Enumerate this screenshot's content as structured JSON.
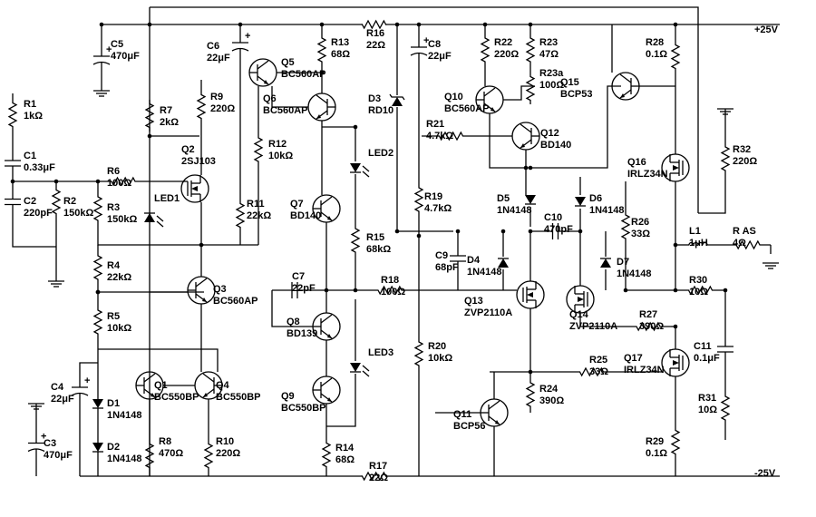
{
  "rails": {
    "pos": "+25V",
    "neg": "-25V"
  },
  "labels": {
    "R1": [
      "R1",
      "1kΩ"
    ],
    "C1": [
      "C1",
      "0.33μF"
    ],
    "C2": [
      "C2",
      "220pF"
    ],
    "R2": [
      "R2",
      "150kΩ"
    ],
    "C5": [
      "C5",
      "470μF"
    ],
    "R7": [
      "R7",
      "2kΩ"
    ],
    "R6": [
      "R6",
      "100Ω"
    ],
    "LED1": [
      "LED1"
    ],
    "R3": [
      "R3",
      "150kΩ"
    ],
    "Q2": [
      "Q2",
      "2SJ103"
    ],
    "R9": [
      "R9",
      "220Ω"
    ],
    "C6": [
      "C6",
      "22μF"
    ],
    "Q5": [
      "Q5",
      "BC560AP"
    ],
    "Q6": [
      "Q6",
      "BC560AP"
    ],
    "R12": [
      "R12",
      "10kΩ"
    ],
    "R11": [
      "R11",
      "22kΩ"
    ],
    "R13": [
      "R13",
      "68Ω"
    ],
    "R16": [
      "R16",
      "22Ω"
    ],
    "LED2": [
      "LED2"
    ],
    "Q7": [
      "Q7",
      "BD140"
    ],
    "R15": [
      "R15",
      "68kΩ"
    ],
    "R4": [
      "R4",
      "22kΩ"
    ],
    "Q3": [
      "Q3",
      "BC560AP"
    ],
    "C7": [
      "C7",
      "22pF"
    ],
    "R18": [
      "R18",
      "100Ω"
    ],
    "R5": [
      "R5",
      "10kΩ"
    ],
    "Q8": [
      "Q8",
      "BD139"
    ],
    "LED3": [
      "LED3"
    ],
    "C4": [
      "C4",
      "22μF"
    ],
    "D1": [
      "D1",
      "1N4148"
    ],
    "D2": [
      "D2",
      "1N4148"
    ],
    "Q1": [
      "Q1",
      "BC550BP"
    ],
    "Q4": [
      "Q4",
      "BC550BP"
    ],
    "Q9": [
      "Q9",
      "BC550BP"
    ],
    "C3": [
      "C3",
      "470μF"
    ],
    "R8": [
      "R8",
      "470Ω"
    ],
    "R10": [
      "R10",
      "220Ω"
    ],
    "R14": [
      "R14",
      "68Ω"
    ],
    "R17": [
      "R17",
      "22Ω"
    ],
    "D3": [
      "D3",
      "RD10"
    ],
    "C8": [
      "C8",
      "22μF"
    ],
    "R19": [
      "R19",
      "4.7kΩ"
    ],
    "R20": [
      "R20",
      "10kΩ"
    ],
    "R22": [
      "R22",
      "220Ω"
    ],
    "R23": [
      "R23",
      "47Ω"
    ],
    "R23a": [
      "R23a",
      "100Ω"
    ],
    "Q10": [
      "Q10",
      "BC560AP"
    ],
    "R21": [
      "R21",
      "4.7kΩ"
    ],
    "Q12": [
      "Q12",
      "BD140"
    ],
    "Q15": [
      "Q15",
      "BCP53"
    ],
    "R28": [
      "R28",
      "0.1Ω"
    ],
    "R32": [
      "R32",
      "220Ω"
    ],
    "Q16": [
      "Q16",
      "IRLZ34N"
    ],
    "D5": [
      "D5",
      "1N4148"
    ],
    "D6": [
      "D6",
      "1N4148"
    ],
    "C10": [
      "C10",
      "470pF"
    ],
    "R26": [
      "R26",
      "33Ω"
    ],
    "C9": [
      "C9",
      "68pF"
    ],
    "D4": [
      "D4",
      "1N4148"
    ],
    "D7": [
      "D7",
      "1N4148"
    ],
    "Q13": [
      "Q13",
      "ZVP2110A"
    ],
    "Q14": [
      "Q14",
      "ZVP2110A"
    ],
    "R27": [
      "R27",
      "390Ω"
    ],
    "L1": [
      "L1",
      "1μH"
    ],
    "RAS": [
      "R AS",
      "4Ω"
    ],
    "R30": [
      "R30",
      "10Ω"
    ],
    "C11": [
      "C11",
      "0.1μF"
    ],
    "R31": [
      "R31",
      "10Ω"
    ],
    "R25": [
      "R25",
      "33Ω"
    ],
    "Q17": [
      "Q17",
      "IRLZ34N"
    ],
    "R24": [
      "R24",
      "390Ω"
    ],
    "Q11": [
      "Q11",
      "BCP56"
    ],
    "R29": [
      "R29",
      "0.1Ω"
    ]
  }
}
